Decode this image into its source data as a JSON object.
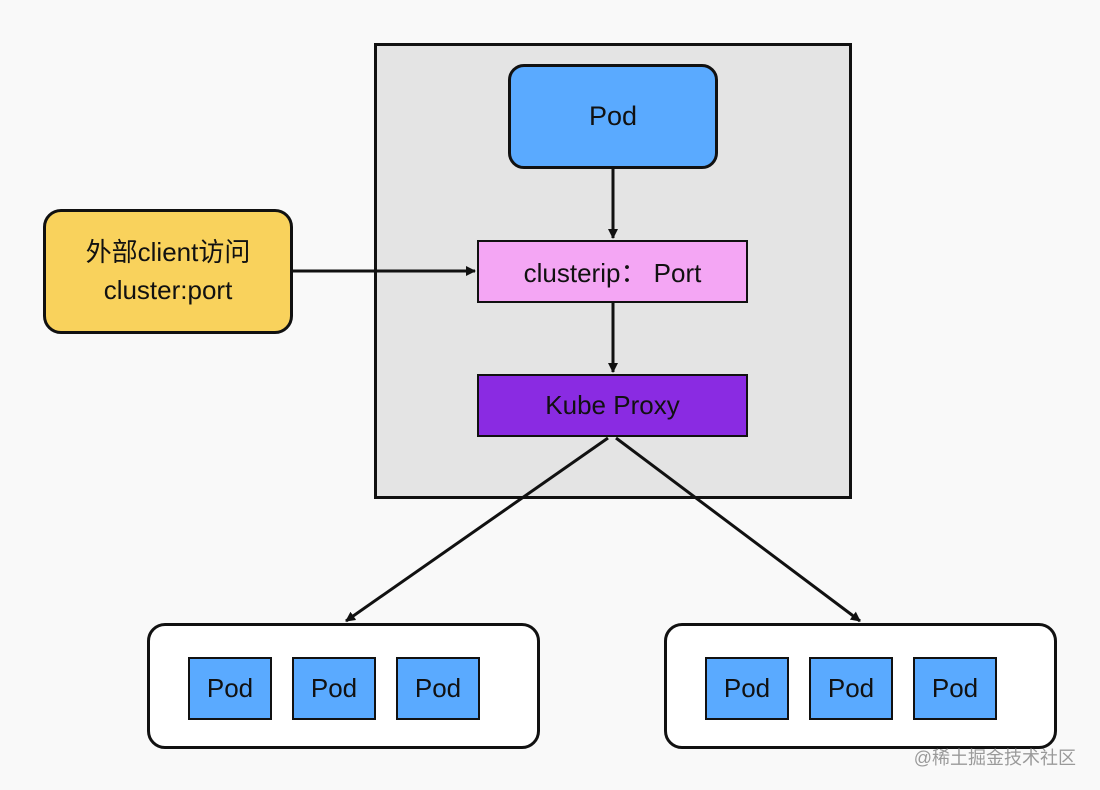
{
  "nodes": {
    "pod_top": "Pod",
    "clusterip": "clusterip： Port",
    "kube_proxy": "Kube Proxy",
    "client_line1": "外部client访问",
    "client_line2": "cluster:port"
  },
  "pod_groups": [
    {
      "pods": [
        "Pod",
        "Pod",
        "Pod"
      ]
    },
    {
      "pods": [
        "Pod",
        "Pod",
        "Pod"
      ]
    }
  ],
  "watermark": "@稀土掘金技术社区",
  "colors": {
    "host_background": "#e4e4e4",
    "pod": "#5aaaff",
    "clusterip": "#f4a6f4",
    "kube_proxy": "#8a2be2",
    "client": "#f9d25c",
    "stroke": "#111111"
  },
  "edges": [
    {
      "from": "pod_top",
      "to": "clusterip"
    },
    {
      "from": "client",
      "to": "clusterip"
    },
    {
      "from": "clusterip",
      "to": "kube_proxy"
    },
    {
      "from": "kube_proxy",
      "to": "pod_group_left"
    },
    {
      "from": "kube_proxy",
      "to": "pod_group_right"
    }
  ]
}
